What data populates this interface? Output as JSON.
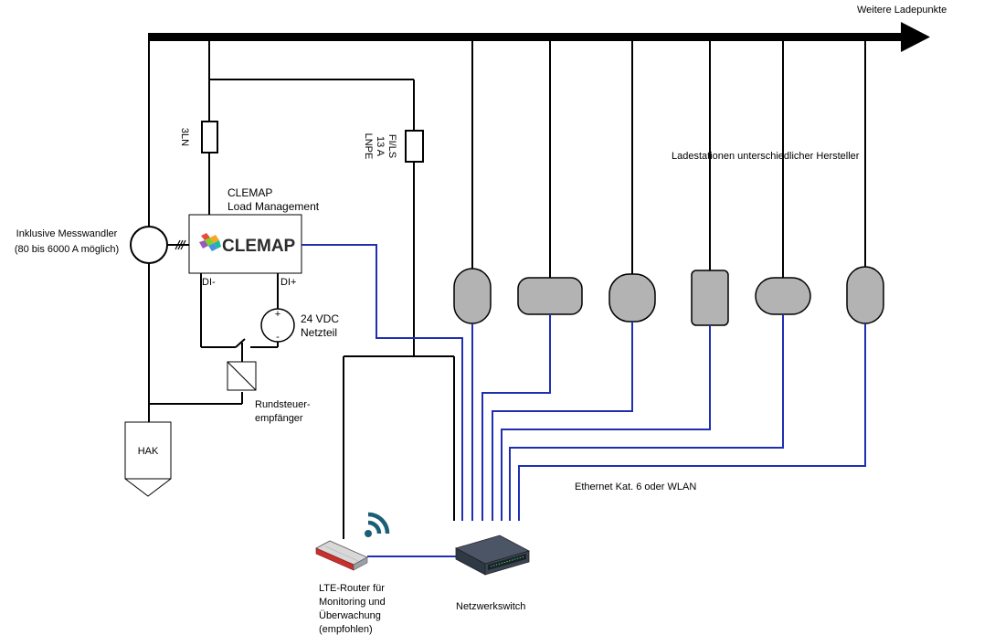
{
  "bus": {
    "label": "Weitere Ladepunkte"
  },
  "fuse_main": {
    "label": "3LN"
  },
  "fuse_psu": {
    "line1": "FI/LS",
    "line2": "13 A",
    "line3": "LNPE"
  },
  "clemap": {
    "title1": "CLEMAP",
    "title2": "Load Management",
    "logo_text": "CLEMAP",
    "port_minus": "DI-",
    "port_plus": "DI+"
  },
  "current_transformer": {
    "line1": "Inklusive Messwandler",
    "line2": "(80 bis 6000 A möglich)"
  },
  "psu": {
    "line1": "24 VDC",
    "line2": "Netzteil",
    "plus": "+",
    "minus": "-"
  },
  "ripple_receiver": {
    "line1": "Rundsteuer-",
    "line2": "empfänger"
  },
  "hak": {
    "label": "HAK"
  },
  "chargers": {
    "label": "Ladestationen unterschiedlicher Hersteller"
  },
  "ethernet": {
    "label": "Ethernet Kat. 6 oder WLAN"
  },
  "router": {
    "line1": "LTE-Router für",
    "line2": "Monitoring und",
    "line3": "Überwachung",
    "line4": "(empfohlen)"
  },
  "switch": {
    "label": "Netzwerkswitch"
  },
  "colors": {
    "network": "#1f2fb2",
    "charger_fill": "#b3b3b3",
    "wire": "#000000"
  }
}
